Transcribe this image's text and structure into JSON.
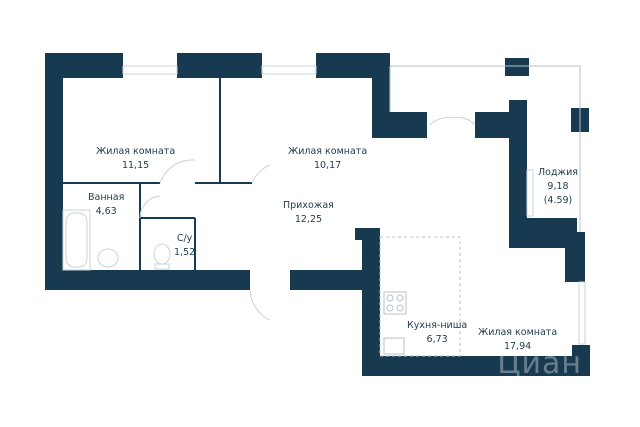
{
  "colors": {
    "wall": "#183a50",
    "thin_line": "#c9d3d9",
    "dash": "#b5c2ca",
    "text": "#1f3a4d"
  },
  "rooms": [
    {
      "name": "Жилая комната",
      "area": "11,15"
    },
    {
      "name": "Жилая комната",
      "area": "10,17"
    },
    {
      "name": "Ванная",
      "area": "4,63"
    },
    {
      "name": "С/у",
      "area": "1,52"
    },
    {
      "name": "Прихожая",
      "area": "12,25"
    },
    {
      "name": "Лоджия",
      "area": "9,18",
      "area_alt": "(4.59)"
    },
    {
      "name": "Кухня-ниша",
      "area": "6,73"
    },
    {
      "name": "Жилая комната",
      "area": "17,94"
    }
  ],
  "watermark": "Циан"
}
